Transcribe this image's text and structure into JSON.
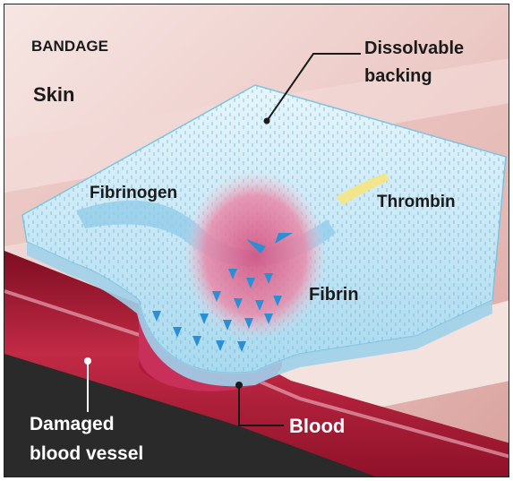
{
  "labels": {
    "bandage": "BANDAGE",
    "skin": "Skin",
    "dissolvable_backing_line1": "Dissolvable",
    "dissolvable_backing_line2": "backing",
    "fibrinogen": "Fibrinogen",
    "thrombin": "Thrombin",
    "fibrin": "Fibrin",
    "damaged_vessel_line1": "Damaged",
    "damaged_vessel_line2": "blood vessel",
    "blood": "Blood"
  },
  "colors": {
    "skin_light": "#f3dcd8",
    "skin_mid": "#d9a8a4",
    "vessel_red": "#a2152f",
    "vessel_dark": "#2b2b2b",
    "bandage_blue": "#bfe3f2",
    "arrow_blue": "#2b8fd6",
    "fibrin_pink": "#d8487a",
    "thrombin_yellow": "#f3e58c"
  }
}
